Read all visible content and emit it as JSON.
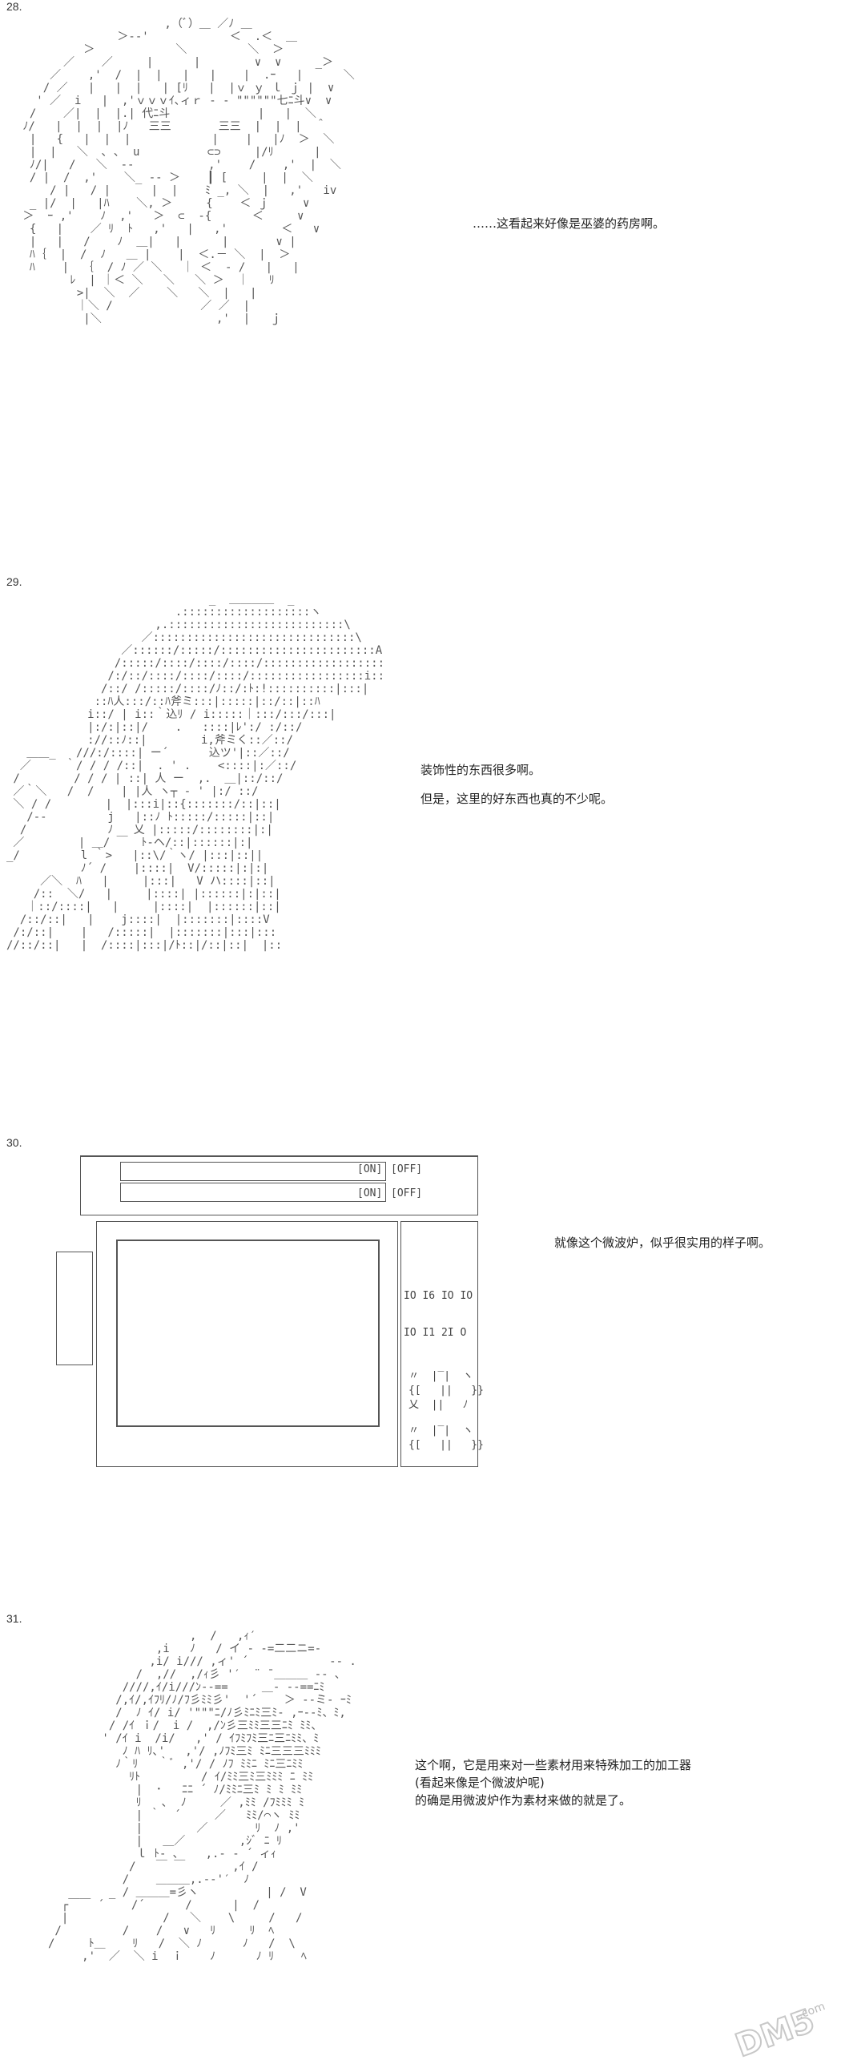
{
  "panels": [
    {
      "number": "28.",
      "captions": [
        "……这看起来好像是巫婆的药房啊。"
      ],
      "art": "                      ,（ﾞ）＿ ／ﾉ ＿\n               ＞‐‐'            ＜  .＜  ＿\n          ＞            ＼         ＼  ＞\n       ／    ／     |      |        ∨  ∨     _＞\n     ／    ,'  /  |  |   |   |    |  .ｰ   |      ＼\n    / ／   |   |  |   | [ﾘ   |  |ｖ ｙ ｌ ｊ |  ∨\n   ' ／  i   |  ,'ｖｖｖｲ､ィｒ ‐ - \"\"\"\"\"\"七ﾆ斗∨  ∨\n  /    ／|  |  |.| 代ﾆ斗             |   |  ＼ \n ﾉ/   |  |  |  |ﾉ   三三       三三  |  |  |  ＾\n  |   {   |  |  |            |    |   |ﾉ  ＞  ＼\n  |  |   ＼  ､ ､  u          ⊂⊃     |/ﾘ      |\n  ﾉ/|   /   ＼  -‐           ,'    /    ,'  |  ＼\n  / |  /  ,'    ＼_ -‐ ＞    ┃ [     |  |  ＼\n     / |   / |      |  |    ﾐ _, ＼  |   ,'   iv\n  _ |/  |   |ﾊ    ＼, ＞     {    ＜ ｊ     ∨\n ＞  ｰ ,'    ﾉ  ,'   ＞  ⊂  -{      ＜     ∨\n  {   |    ／ ﾘ  ﾄ   ,'   |   ,'        ＜   ∨\n  |   |   /    ﾉ  ＿|   |      |       ∨ |\n  ﾊ｛  |  /  ﾉ   ＿ |    |  ＜.－ ＼  |  ＞\n  ﾊ    |  ｛  / ﾉ ／ ＼   ｜ ＜  ‐ /   |   |\n        ﾚ  | ｜＜ ＼   ＼   ＼ ＞  ｜   ﾘ\n         >|  ＼  ／    ＼   ＼  |   |\n         ｜＼ /             ／ ／  |\n          |＼                 ,'  |   ｊ"
    },
    {
      "number": "29.",
      "captions": [
        "装饰性的东西很多啊。",
        "但是，这里的好东西也真的不少呢。"
      ],
      "art": "                              _  ＿＿＿＿  _\n                         .:::::::::::::::::::ヽ\n                      ,.::::::::::::::::::::::::::\\\n                    ／::::::::::::::::::::::::::::::\\\n                 ／::::::/:::::/:::::::::::::::::::::::A\n                /:::::/::::/::::/::::/::::::::::::::::::|\n               /:/::/::::/::::/::::/:::::::::::::::::i::|\n              /::/ /:::::/::::/ﾉ::/:ﾄ:!::::::::::|:::|\n             ::ﾊ人:::/::ﾊ斧ミ:::|:::::|::/::|::ﾊ\n            i::/ | i::｀込ﾘ / i:::::｜:::/:::/:::|\n            |:/:|::|/    .   ::::|ﾚ':/ :/::/\n            ://::ﾉ::|        i,斧ミく::／::/\n   ＿＿_   ///:/::::| ー´      込ツ'|::／::/\n  ／     ｀/ / / /::|  . ' .    <::::|:／::/\n /        / / / | ::| 人 ー  ,.  ＿|::/::/\n ／｀＼   /  /    | |人 ヽ┬ ‐ ' |:/ ::/\n ＼ / /        |  |:::i|::{:::::::/::|::|\n   /--         j   |::ﾉ ﾄ:::::/:::::|::|\n  /            ﾉ   乂 |:::::/::::::::|:|\n ／        | ＿/ ￣  ﾄ‐ヘ/::|::::::|:|\n_/         l ｀>   |::\\/｀ヽ/ |:::|::||\n           ﾉ´ /    |::::|  V/:::::|:|:|\n     ／＼  ﾊ   |     |:::|   V ハ::::|::|\n    /::  ＼/   |     |::::| |::::::|:|::|\n   ｜::/::::|   |     |::::|  |::::::|::|\n  /::/::|   |    j::::|  |:::::::|::::V\n /:/::|    |   /:::::|  |:::::::|:::|:::\n//::/::|   |  /::::|:::|/ﾄ::|/::|::|  |::"
    },
    {
      "number": "30.",
      "captions": [
        "就像这个微波炉，似乎很实用的样子啊。"
      ],
      "microwave": {
        "buttons": [
          "[ON]",
          "[OFF]",
          "[ON]",
          "[OFF]"
        ],
        "display_rows": [
          "IO I6 IO IO",
          "IO I1 2I O"
        ],
        "glyph_rows": [
          "〃  |‾|  ヽ",
          "{[   ||   }}",
          "乂  ||   ﾉ"
        ]
      }
    },
    {
      "number": "31.",
      "captions": [
        "这个啊，它是用来对一些素材用来特殊加工的加工器",
        "(看起来像是个微波炉呢)",
        "的确是用微波炉作为素材来做的就是了。"
      ],
      "art": "                     ,  /   ,ｨ′\n                ,i   ﾉ   / イ ‐ ‐=二二ニ=‐\n               ,i/ i/// ,ィ' ´            ‐- .\n             /  ,//  ,/ｨ彡 '′  ¨ ̄ ＿＿＿ ‐- ､\n           ////,ｲ/i///ﾝ‐‐==     ＿‐ ‐‐==ﾆﾐ\n          /,ｲ/,ｲﾌﾘ/ﾉ/ﾌ彡ﾐﾐ彡'  '´    ＞ ‐-ミ- ｰﾐ\n          /  ﾉ ｲ/ i/ '\"\"\"ﾆ/ﾉ彡ﾐﾆﾐ三ﾐ- ,ｰ-‐ﾐ、ﾐ,\n         / /ｲ ｉ/  i /  ,/ﾝ彡三ﾐﾐ三三ﾆﾐ ﾐﾐ、\n        ' /ｲ i  /i/   ,' / ｲﾌﾐﾌﾐ三ﾆ三ﾆﾐﾐ、ﾐ\n           ﾉ ﾊ ﾘ､'   ,'/ ,ﾉﾌﾐ三ﾐ ﾐﾆ三三三ﾐﾐﾐ\n          ﾉ｀ﾘ   ｀ﾞ ,'/ / ﾉﾌ ﾐﾐﾆ ﾐﾆ三ﾆﾐﾐ\n            ﾘﾄ         / ｲ/ﾐﾐ三ﾐ三ﾐﾐﾐ ﾆ ﾐﾐ\n             |  ･   ﾆﾆ ´ ﾉ/ﾐﾐﾆ三ﾐ ﾐ ﾐ ﾐﾐ\n             ﾘ   ､  ﾉ     ／ ,ﾐﾐ /ﾌﾐﾐﾐ ﾐ\n             | ｀  ´     ／   ﾐﾐ/⌒ヽ ﾐﾐ\n             |        ／       ﾘ  ﾉ ,'\n             |   ＿／        ,ｼﾞ ﾆ ﾘ\n             ｌ ﾄ- ､    ,.- ‐ ´ ィｨ\n            /   ￣ ￣       ,ｲ /\n           /    ＿＿＿,.-‐'′  ﾉ\n         _ / ＿＿＿=彡ヽ          | /  V\n  ┌￣￣ ´    /´      /      |  /\n  |              /   ＼    \\     /   /\n /         /    /   ∨   ﾘ     ﾘ  ﾍ\n/     ﾄ＿    ﾘ   /  ＼ ﾉ      ﾉ   /  \\\n     ,'  ／  ＼ i  ｉ    ﾉ      ﾉ ﾘ    ﾍ"
    }
  ],
  "watermark": {
    "text": "DM5",
    "domain": ".com"
  }
}
